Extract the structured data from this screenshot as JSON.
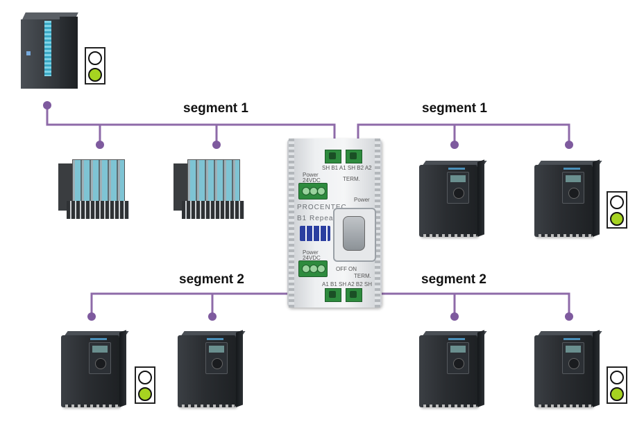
{
  "segments": {
    "top_left": "segment 1",
    "top_right": "segment 1",
    "bottom_left": "segment 2",
    "bottom_right": "segment 2"
  },
  "repeater": {
    "brand": "PROCENTEC",
    "model": "B1 Repeater",
    "power_label": "Power",
    "voltage_label": "24VDC",
    "term_label": "TERM.",
    "off_label": "OFF",
    "on_label": "ON",
    "top_terminal_labels": "SH B1 A1 SH B2 A2",
    "bottom_terminal_labels": "A1 B1 SH A2 B2 SH"
  },
  "status_lights": [
    {
      "top": "white",
      "bottom": "green"
    },
    {
      "top": "white",
      "bottom": "green"
    },
    {
      "top": "white",
      "bottom": "green"
    },
    {
      "top": "white",
      "bottom": "green"
    }
  ],
  "colors": {
    "wire": "#8e6aa8",
    "node": "#7e5a9e",
    "light_green": "#a6d321",
    "light_white": "#ffffff",
    "connector_green": "#2e8b3e"
  }
}
